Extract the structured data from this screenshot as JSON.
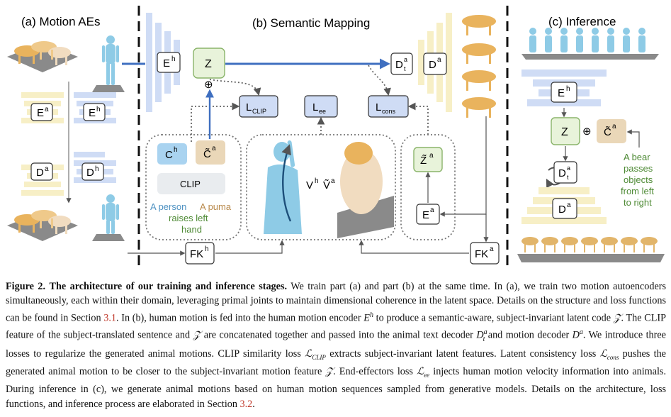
{
  "panels": {
    "a": "(a) Motion AEs",
    "b": "(b) Semantic Mapping",
    "c": "(c) Inference"
  },
  "labels": {
    "Eh": "E",
    "Eh_sup": "h",
    "Ea": "E",
    "Ea_sup": "a",
    "Dh": "D",
    "Dh_sup": "h",
    "Da": "D",
    "Da_sup": "a",
    "Dta": "D",
    "Dta_sup": "a",
    "Dta_sub": "t",
    "Z": "Z",
    "oplus": "⊕",
    "Lclip": "L",
    "Lclip_sub": "CLIP",
    "Lee": "L",
    "Lee_sub": "ee",
    "Lcons": "L",
    "Lcons_sub": "cons",
    "Ch": "C",
    "Ch_sup": "h",
    "Ca": "C̃",
    "Ca_sup": "a",
    "Za": "Z̃",
    "Za_sup": "a",
    "clip": "CLIP",
    "fkh": "FK",
    "fkh_sup": "h",
    "fka": "FK",
    "fka_sup": "a",
    "vh": "V",
    "vh_sup": "h",
    "va": "Ṽ",
    "va_sup": "a"
  },
  "text_human": "A person",
  "text_shared": [
    "raises left",
    "hand"
  ],
  "text_animal": "A puma",
  "text_inference": [
    "A bear",
    "passes",
    "objects",
    "from left",
    "to right"
  ],
  "colors": {
    "blue_block": "#cfdcf5",
    "yellow_block": "#f7efc6",
    "green_box": "#e8f3da",
    "green_stroke": "#8ab46a",
    "blue_box": "#a9d3f0",
    "tan_box": "#ead7b8",
    "arrow_blue": "#3f6fc0",
    "human": "#8ecbe6",
    "animal": "#e9b35d",
    "green_text": "#4e8a35",
    "tan_text": "#b98a4c",
    "blue_text": "#4f92c2"
  },
  "caption": {
    "lead": "Figure 2.",
    "bold": "The architecture of our training and inference stages.",
    "p1": " We train part (a) and part (b) at the same time. In (a), we train two motion autoencoders simultaneously, each within their domain, leveraging primal joints to maintain dimensional coherence in the latent space. Details on the structure and loss functions can be found in Section ",
    "ref1": "3.1",
    "p2": ". In (b), human motion is fed into the human motion encoder ",
    "p3": " to produce a semantic-aware, subject-invariant latent code ",
    "p4": ". The CLIP feature of the subject-translated sentence and ",
    "p5": " are concatenated together and passed into the animal text decoder ",
    "p6": " and motion decoder ",
    "p7": ". We introduce three losses to regularize the generated animal motions. CLIP similarity loss ",
    "p8": " extracts subject-invariant latent features. Latent consistency loss ",
    "p9": " pushes the generated animal motion to be closer to the subject-invariant motion feature ",
    "p10": ". End-effectors loss ",
    "p11": " injects human motion velocity information into animals. During inference in (c), we generate animal motions based on human motion sequences sampled from generative models. Details on the architecture, loss functions, and inference process are elaborated in Section ",
    "ref2": "3.2",
    "p12": ".",
    "m_Eh": "E",
    "m_Eh_sup": "h",
    "m_Z": "𝒵",
    "m_Dta": "D",
    "m_Dta_sup": "a",
    "m_Dta_sub": "t",
    "m_Da": "D",
    "m_Da_sup": "a",
    "m_Lclip": "ℒ",
    "m_Lclip_sub": "CLIP",
    "m_Lcons": "ℒ",
    "m_Lcons_sub": "cons",
    "m_Lee": "ℒ",
    "m_Lee_sub": "ee"
  }
}
